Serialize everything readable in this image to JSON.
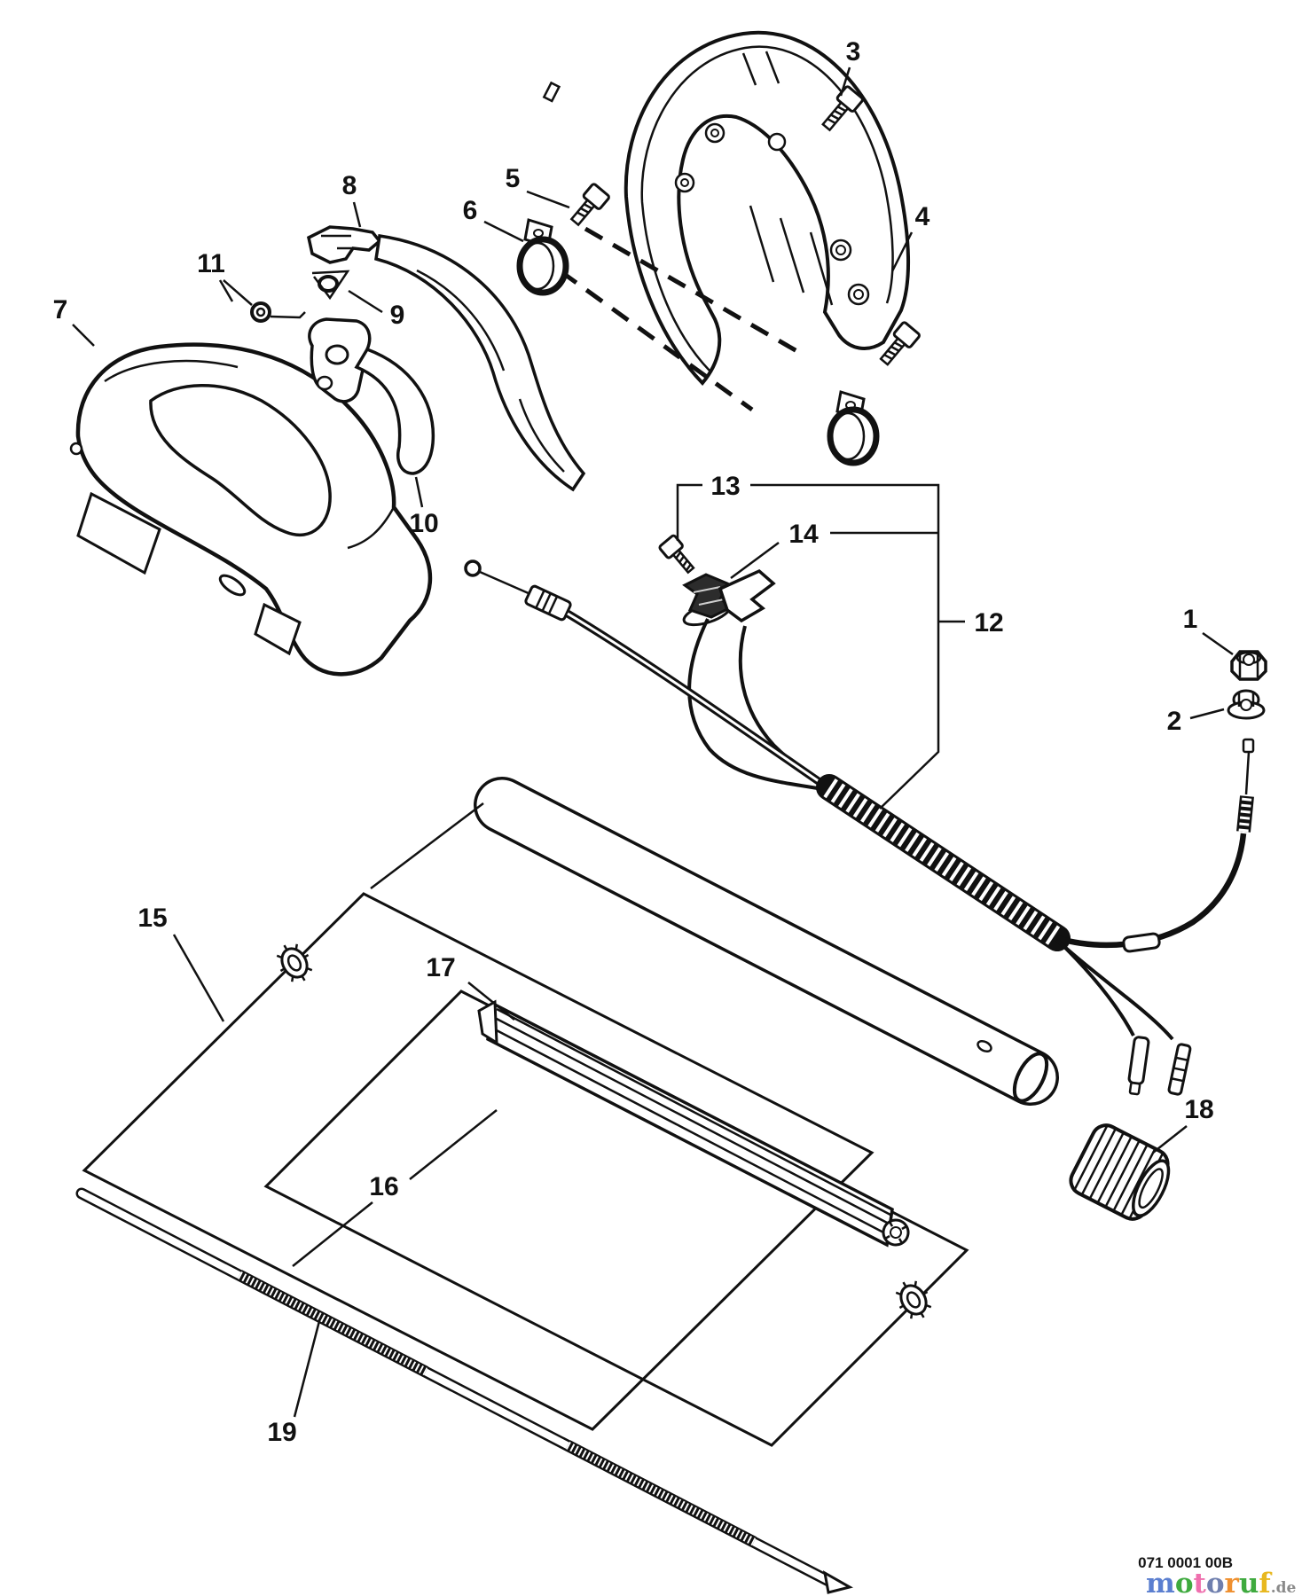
{
  "diagram": {
    "part_code": "071 0001 00B",
    "callouts": {
      "c1": "1",
      "c2": "2",
      "c3": "3",
      "c4": "4",
      "c5": "5",
      "c6": "6",
      "c7": "7",
      "c8": "8",
      "c9": "9",
      "c10": "10",
      "c11": "11",
      "c12": "12",
      "c13": "13",
      "c14": "14",
      "c15": "15",
      "c16": "16",
      "c17": "17",
      "c18": "18",
      "c19": "19"
    }
  },
  "watermark": {
    "letters": [
      {
        "char": "m",
        "color": "#5b7fd0"
      },
      {
        "char": "o",
        "color": "#3faa3f"
      },
      {
        "char": "t",
        "color": "#ef6fae"
      },
      {
        "char": "o",
        "color": "#6f7fae"
      },
      {
        "char": "r",
        "color": "#ef8f2f"
      },
      {
        "char": "u",
        "color": "#3faa3f"
      },
      {
        "char": "f",
        "color": "#e8b820"
      }
    ],
    "suffix": {
      "text": ".de",
      "color": "#8a8a8a"
    }
  }
}
